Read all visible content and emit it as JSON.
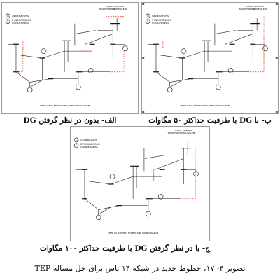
{
  "panels": [
    {
      "legend_generators": "GENERATORS",
      "legend_condensers_1": "SYNCHRONOUS",
      "legend_condensers_2": "CONDENSERS",
      "transformer_1": "THREE",
      "transformer_2": "WINDING",
      "transformer_3": "TRANSFORMER",
      "transformer_4": "EQUIVALENT",
      "footer": "IEEE 14 BUS TEST SYSTEM ONE CODE DIAGRAM",
      "caption": "الف- بدون در نظر گرفتن DG"
    },
    {
      "legend_generators": "GENERATORS",
      "legend_condensers_1": "SYNCHRONOUS",
      "legend_condensers_2": "CONDENSERS",
      "transformer_1": "THREE",
      "transformer_2": "WINDING",
      "transformer_3": "TRANSFORMER",
      "transformer_4": "EQUIVALENT",
      "footer": "IEEE 14 BUS TEST SYSTEM ONE CODE DIAGRAM",
      "caption": "ب- با DG با ظرفیت حداکثر ۵۰ مگاوات"
    },
    {
      "legend_generators": "GENERATORS",
      "legend_condensers_1": "SYNCHRONOUS",
      "legend_condensers_2": "CONDENSERS",
      "transformer_1": "THREE",
      "transformer_2": "WINDING",
      "transformer_3": "TRANSFORMER",
      "transformer_4": "EQUIVALENT",
      "footer": "IEEE 14 BUS TEST SYSTEM ONE CODE DIAGRAM",
      "caption": "ج- با در نظر گرفتن DG با ظرفیت حداکثر ۱۰۰ مگاوات"
    }
  ],
  "symbols": {
    "generator": "G",
    "condenser": "C"
  },
  "colors": {
    "diagram_line": "#111111",
    "new_line_dashed": "#d9261c",
    "frame": "#9a9a9a",
    "handle": "#3a5f9c"
  },
  "figure_caption": "تصویر ۴- ۱۷، خطوط جدید در شبکه ۱۴ باس برای حل مساله TEP"
}
